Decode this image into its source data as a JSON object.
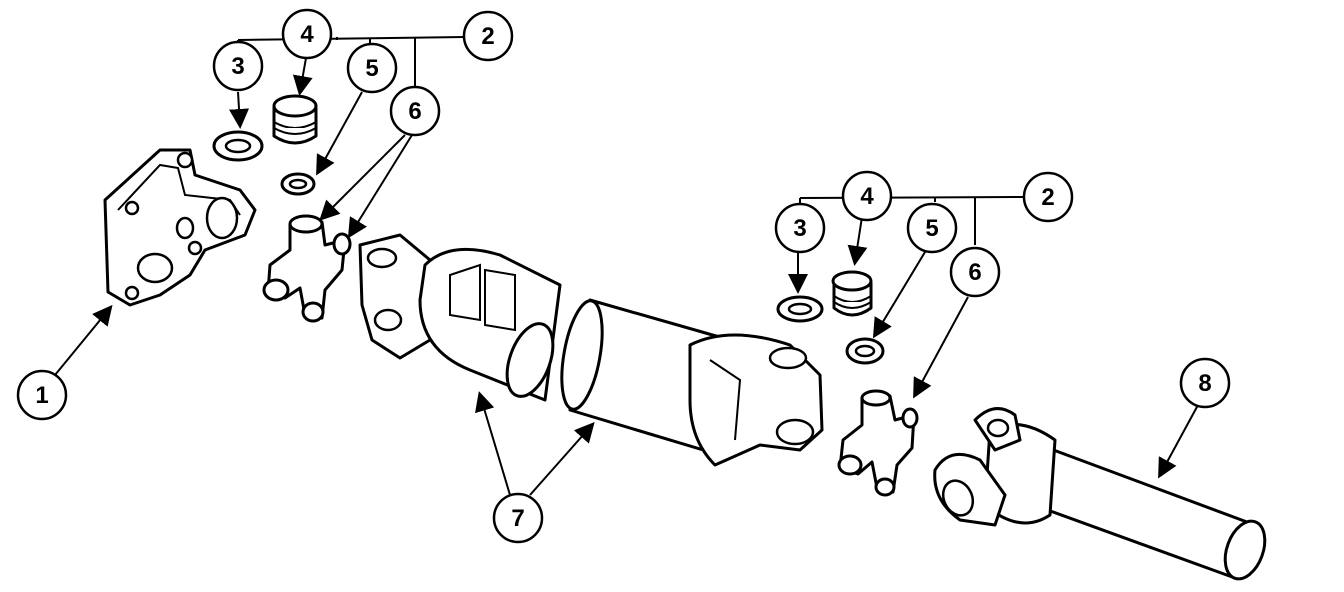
{
  "callouts": {
    "c1": "1",
    "c2a": "2",
    "c3a": "3",
    "c4a": "4",
    "c5a": "5",
    "c6a": "6",
    "c2b": "2",
    "c3b": "3",
    "c4b": "4",
    "c5b": "5",
    "c6b": "6",
    "c7": "7",
    "c8": "8"
  },
  "colors": {
    "ink": "#000000",
    "paper": "#ffffff"
  }
}
